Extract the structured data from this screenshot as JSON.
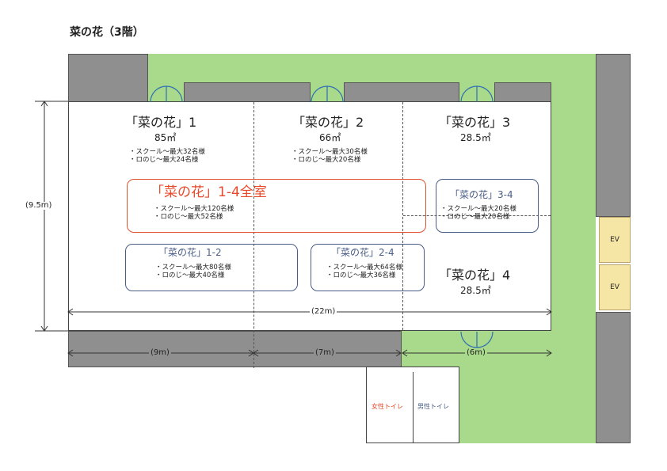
{
  "title": "菜の花（3階）",
  "rooms": [
    {
      "name": "「菜の花」1",
      "area": "85㎡",
      "notes": "・スクール～最大32名様\n・ロのじ～最大24名様"
    },
    {
      "name": "「菜の花」2",
      "area": "66㎡",
      "notes": "・スクール～最大30名様\n・ロのじ～最大20名様"
    },
    {
      "name": "「菜の花」3",
      "area": "28.5㎡"
    },
    {
      "name": "「菜の花」4",
      "area": "28.5㎡"
    }
  ],
  "combos": [
    {
      "name": "「菜の花」1-4全室",
      "notes": "・スクール～最大120名様\n・ロのじ～最大52名様"
    },
    {
      "name": "「菜の花」3-4",
      "notes": "・スクール～最大20名様\n・ロのじ～最大20名様"
    },
    {
      "name": "「菜の花」1-2",
      "notes": "・スクール～最大80名様\n・ロのじ～最大40名様"
    },
    {
      "name": "「菜の花」2-4",
      "notes": "・スクール～最大64名様\n・ロのじ～最大36名様"
    }
  ],
  "dimensions": {
    "height": "(9.5m)",
    "width": "(22m)",
    "seg1": "(9m)",
    "seg2": "(7m)",
    "seg3": "(6m)"
  },
  "elevators": [
    "EV",
    "EV"
  ],
  "restrooms": {
    "women": "女性トイレ",
    "men": "男性トイレ"
  },
  "colors": {
    "lawn": "#a9d98a",
    "corridor": "#8f8f8f",
    "combo_red": "#e0502e",
    "combo_blue": "#4a5d86",
    "elevator": "#f6e6a6"
  }
}
